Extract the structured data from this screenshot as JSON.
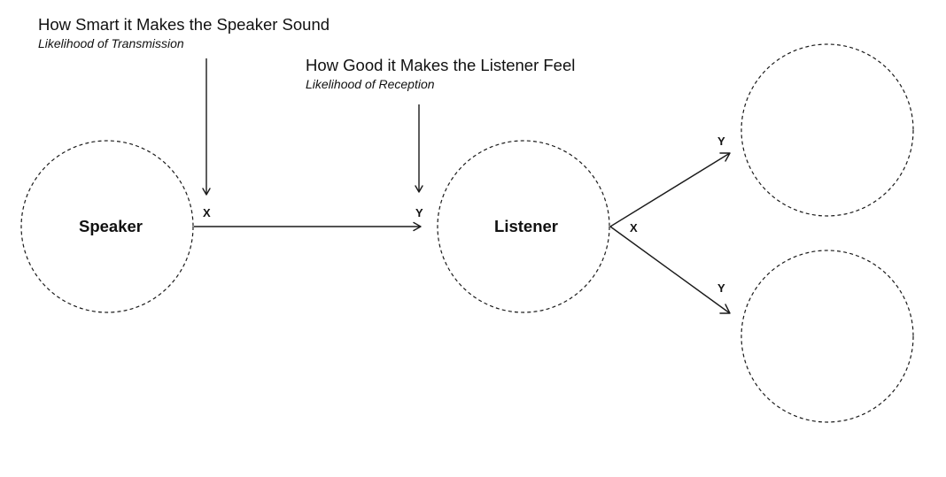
{
  "annotations": {
    "transmission": {
      "title": "How Smart it Makes the Speaker Sound",
      "subtitle": "Likelihood of Transmission"
    },
    "reception": {
      "title": "How Good it Makes the Listener Feel",
      "subtitle": "Likelihood of Reception"
    }
  },
  "nodes": {
    "speaker": "Speaker",
    "listener": "Listener",
    "next_top": "",
    "next_bottom": ""
  },
  "markers": {
    "speaker_out": "X",
    "listener_in": "Y",
    "listener_out": "X",
    "next_top_in": "Y",
    "next_bottom_in": "Y"
  },
  "colors": {
    "stroke": "#1a1a1a",
    "text": "#111111",
    "background": "#ffffff"
  }
}
